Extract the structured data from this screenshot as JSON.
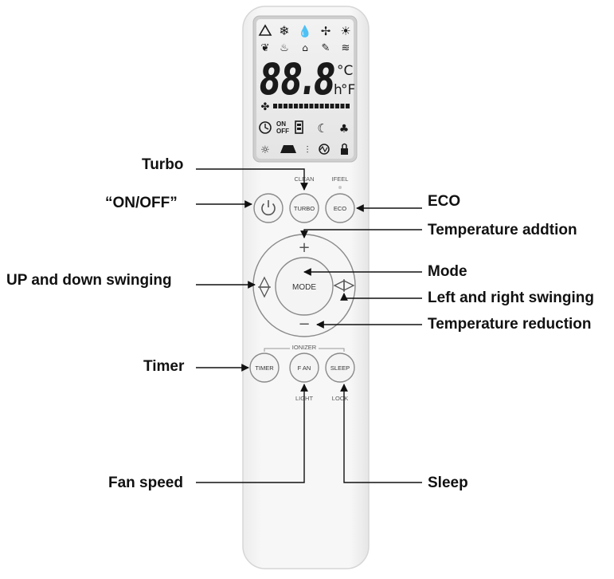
{
  "remote": {
    "lcd": {
      "digits": "88.8",
      "unit_celsius": "°C",
      "unit_h": "h",
      "unit_fahrenheit": "°F",
      "on_text": "ON",
      "off_text": "OFF",
      "icons_row1": [
        "triangle-icon",
        "snowflake-icon",
        "droplets-icon",
        "fan-icon",
        "sun-icon"
      ],
      "icons_row2": [
        "leaf-eco-icon",
        "turbo-muscle-icon",
        "ifeel-icon",
        "clean-icon",
        "wifi-icon"
      ],
      "icons_row4": [
        "clock-icon",
        "on-off-icon",
        "battery-icon",
        "moon-icon",
        "tree-icon"
      ],
      "icons_row5": [
        "light-bulb-icon",
        "heater-icon",
        "swing-icon",
        "health-icon",
        "lock-icon"
      ]
    },
    "buttons": {
      "power_icon": "power-icon",
      "turbo": "TURBO",
      "eco": "ECO",
      "mode": "MODE",
      "timer": "TIMER",
      "fan": "F AN",
      "sleep": "SLEEP",
      "plus": "+",
      "minus": "−"
    },
    "sub_labels": {
      "clean": "CLEAN",
      "ifeel": "IFEEL",
      "ionizer": "IONIZER",
      "light": "LIGHT",
      "lock": "LOCK"
    }
  },
  "callouts": {
    "turbo": "Turbo",
    "on_off": "“ON/OFF”",
    "eco": "ECO",
    "temp_add": "Temperature addtion",
    "mode": "Mode",
    "up_down": "UP and down swinging",
    "left_right": "Left and right swinging",
    "temp_reduce": "Temperature reduction",
    "timer": "Timer",
    "fan_speed": "Fan speed",
    "sleep": "Sleep"
  }
}
